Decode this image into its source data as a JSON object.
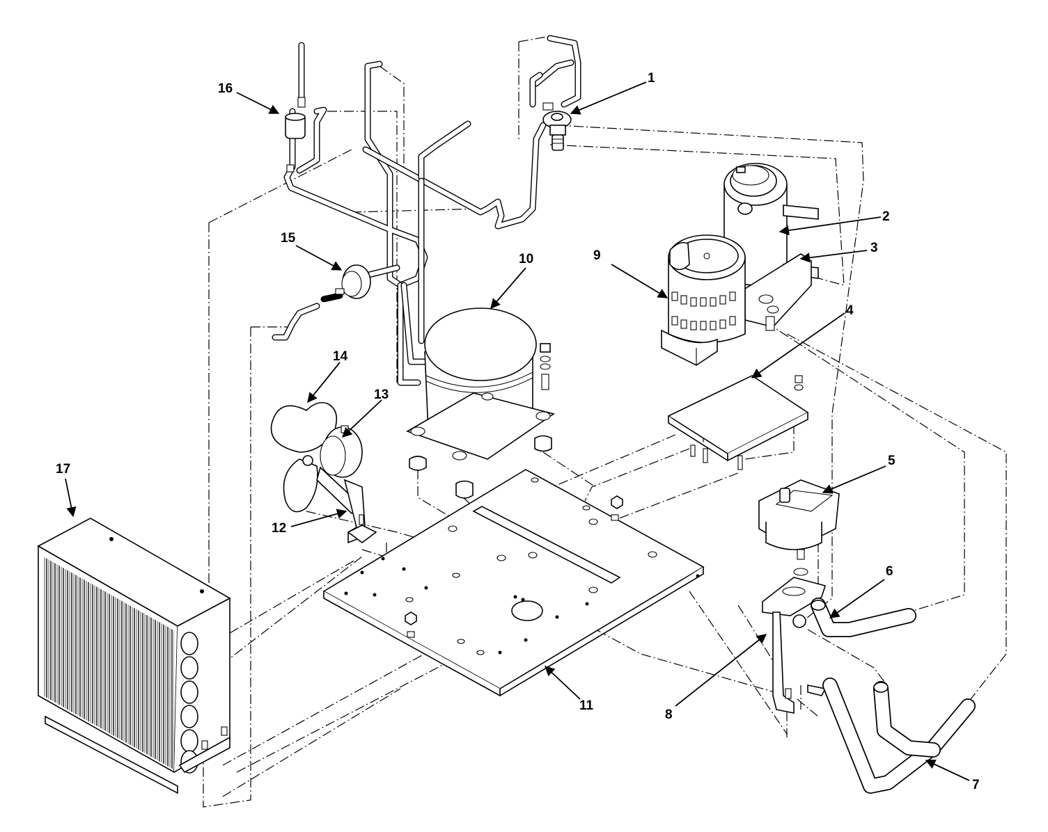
{
  "callouts": {
    "c1": "1",
    "c2": "2",
    "c3": "3",
    "c4": "4",
    "c5": "5",
    "c6": "6",
    "c7": "7",
    "c8": "8",
    "c9": "9",
    "c10": "10",
    "c11": "11",
    "c12": "12",
    "c13": "13",
    "c14": "14",
    "c15": "15",
    "c16": "16",
    "c17": "17"
  },
  "colors": {
    "ink": "#000000",
    "paper": "#ffffff"
  }
}
